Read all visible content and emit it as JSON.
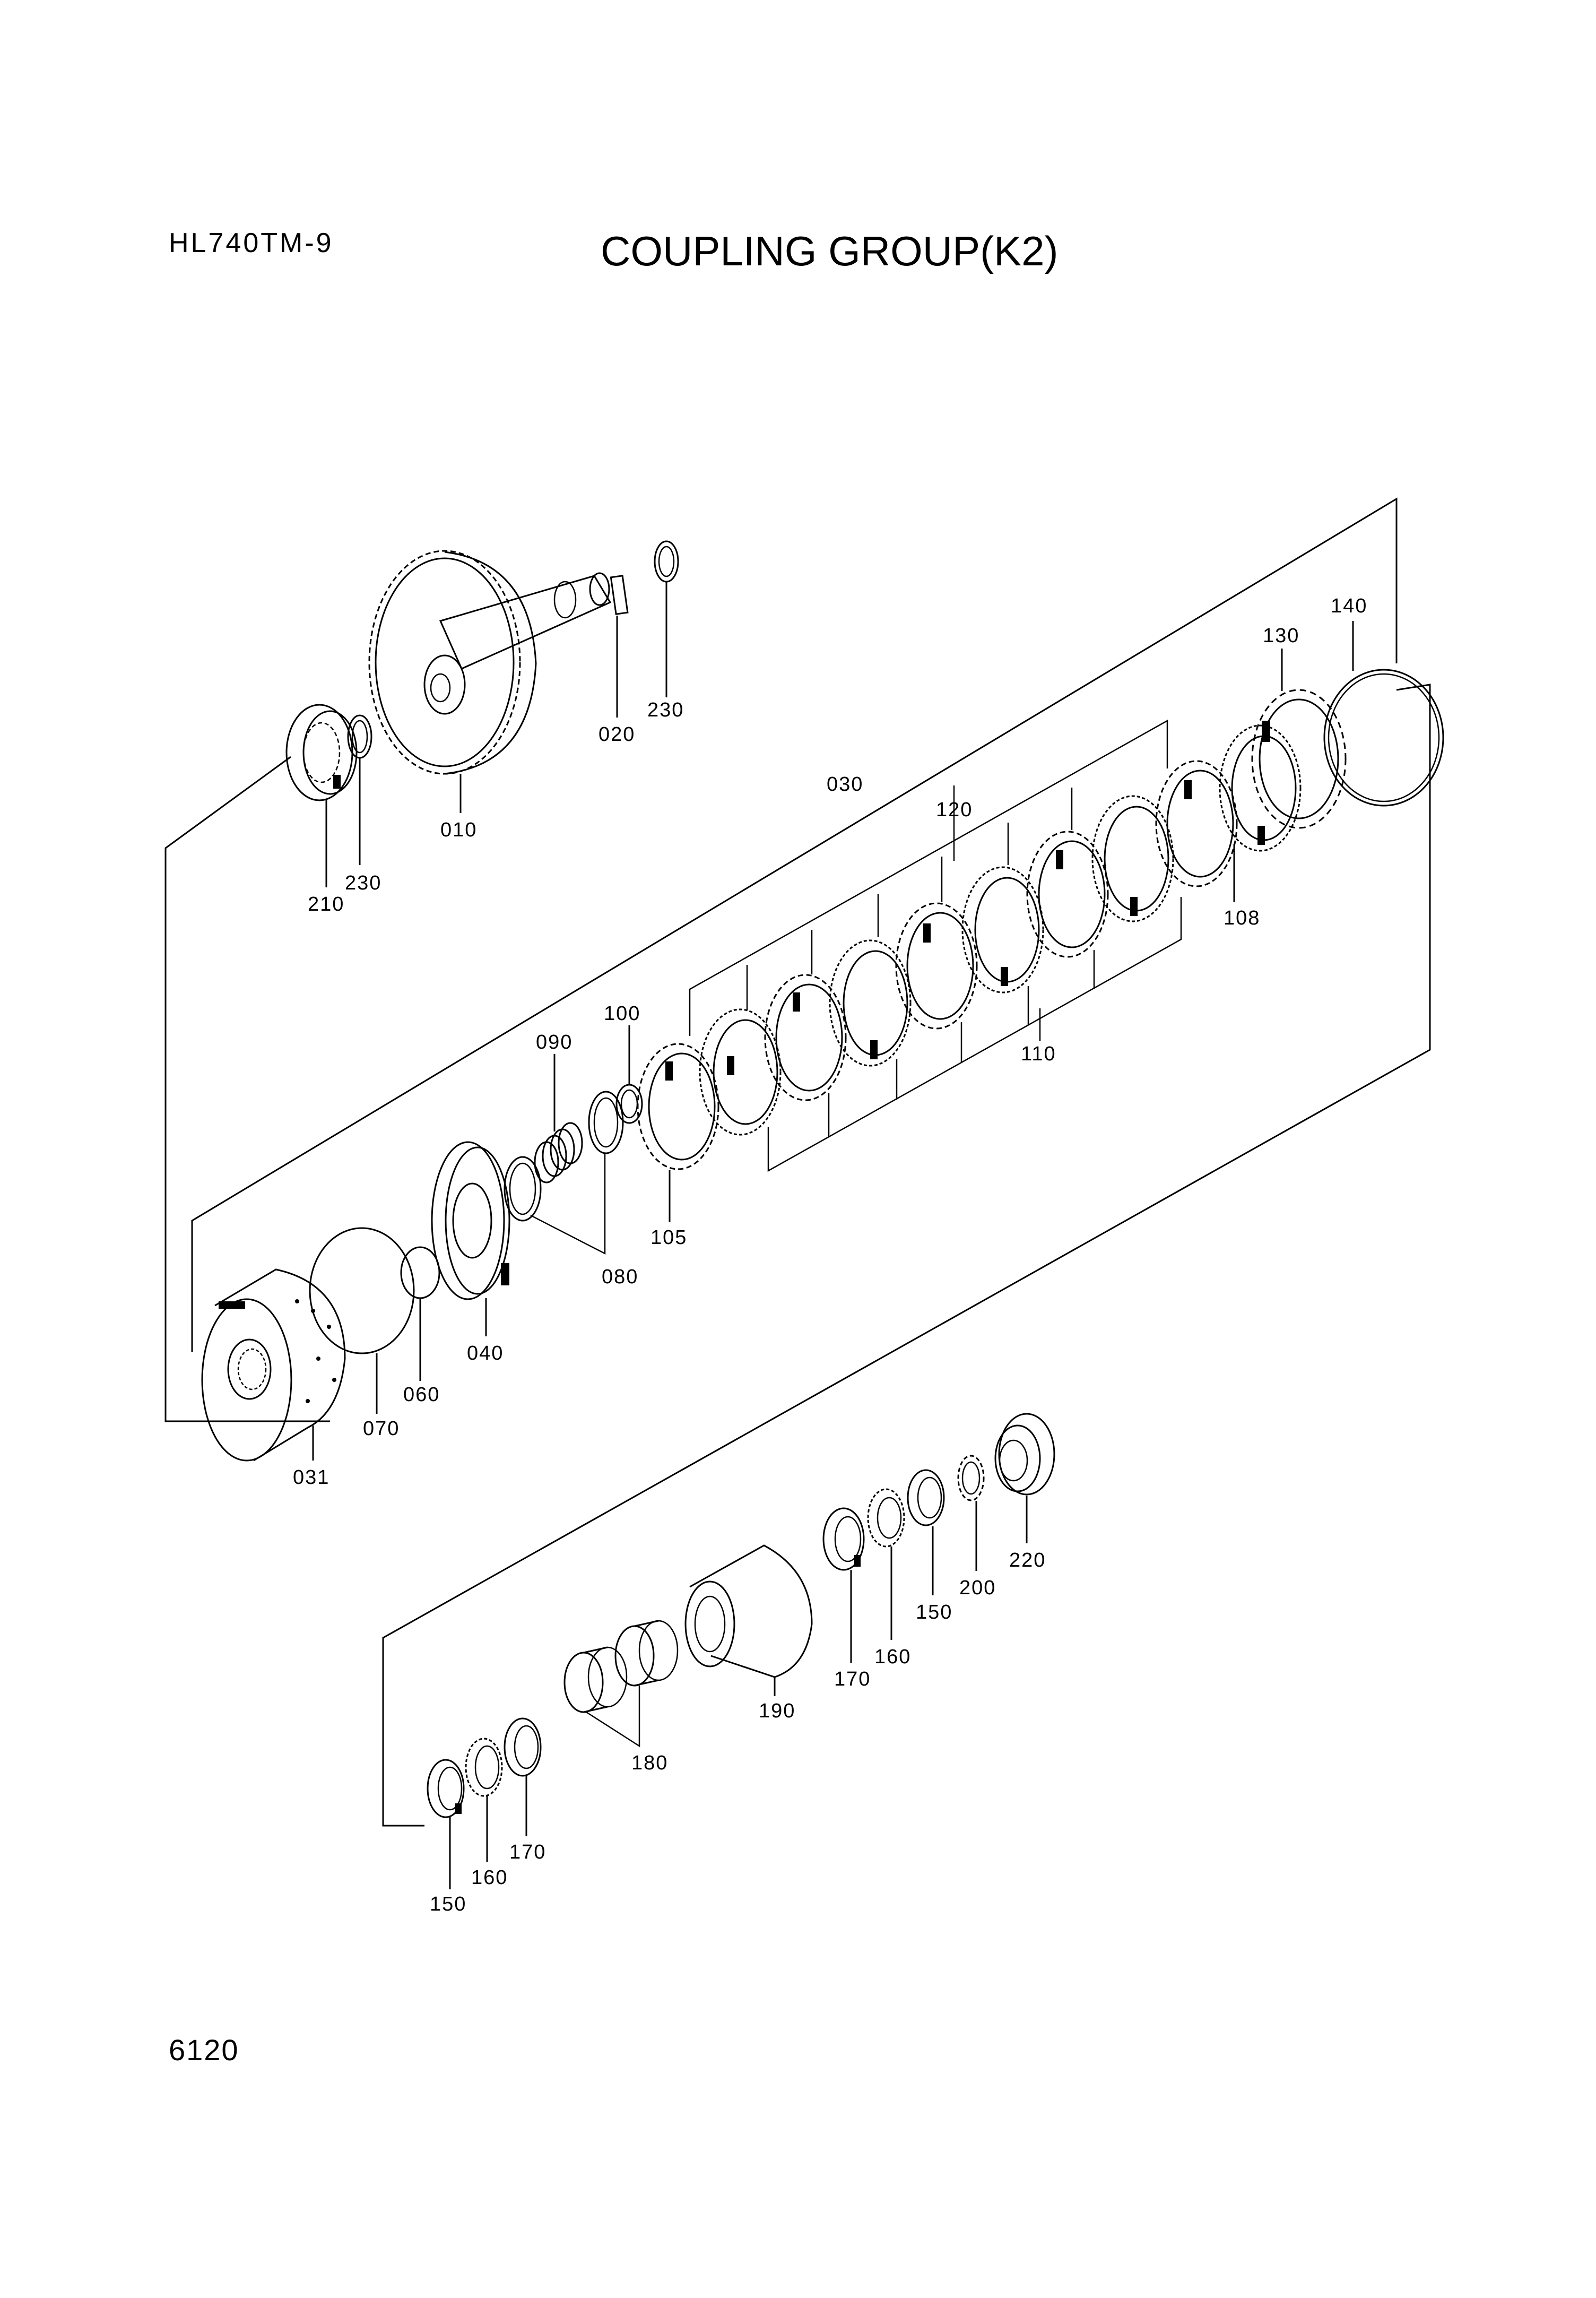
{
  "header": {
    "model": "HL740TM-9",
    "title": "COUPLING GROUP(K2)"
  },
  "footer": {
    "page_number": "6120"
  },
  "callouts": {
    "c010": "010",
    "c020": "020",
    "c230a": "230",
    "c230b": "230",
    "c210": "210",
    "c030": "030",
    "c120": "120",
    "c130": "130",
    "c140": "140",
    "c108": "108",
    "c110": "110",
    "c100": "100",
    "c090": "090",
    "c105": "105",
    "c080": "080",
    "c040": "040",
    "c060": "060",
    "c070": "070",
    "c031": "031",
    "c220": "220",
    "c200": "200",
    "c150a": "150",
    "c160a": "160",
    "c170a": "170",
    "c190": "190",
    "c180": "180",
    "c170b": "170",
    "c160b": "160",
    "c150b": "150"
  }
}
